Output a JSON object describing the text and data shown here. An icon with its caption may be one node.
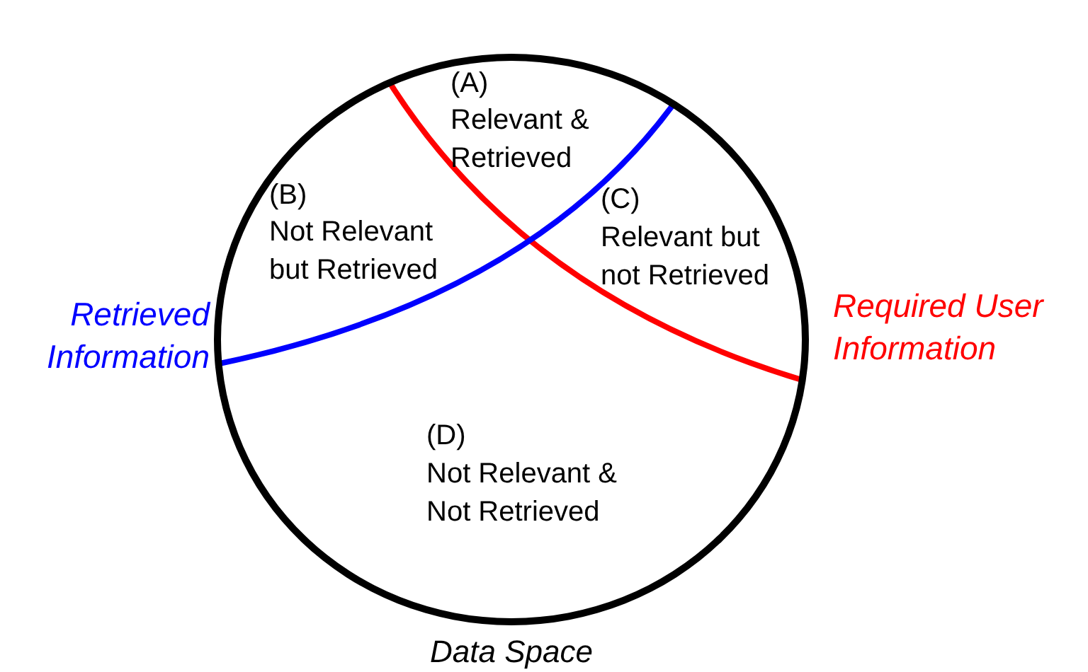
{
  "diagram": {
    "nodes": [
      {
        "text": [],
        "shape": "circle",
        "beside": [
          "Data Space"
        ]
      }
    ],
    "labels": [
      "(A)",
      "Relevant & Retrieved",
      "(B)",
      "Not Relevant but Retrieved",
      "(C)",
      "Relevant but not Retrieved",
      "Retrieved Information",
      "Required User Information",
      "(D)",
      "Not Relevant & Not Retrieved"
    ]
  }
}
